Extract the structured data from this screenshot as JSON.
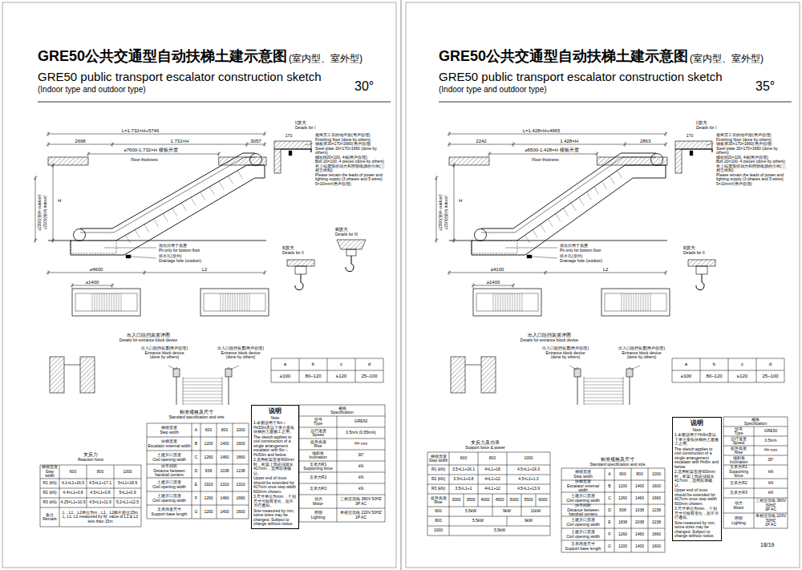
{
  "diagram": {
    "title": "GRE50公共交通型自动扶梯土建示意图",
    "nodes": [
      {
        "text": [
          "说明",
          "Note",
          "1.本图适用于6m＜H≤50m及以下单台安装扶梯的土建施工之用。",
          "The sketch applies to civil construction of a single arrangement escalator with 6m＜H≤50m and below.",
          "2.选用桁架宽度600mm时，桁架上部必须延长417mm，选用前请确认。",
          "Upper end of truss should be extended for 417mm once step width 600mm chosen.",
          "3.尺寸单位为mm，个别尺寸可能有变化，恕不另行通知。",
          "Size measured by mm, some sizes may be changed. Subject to change without notice."
        ]
      },
      {
        "text": [
          "说明",
          "Note",
          "1.本图适用于H≤6m及以下单台安装扶梯的土建施工之用。",
          "The sketch applies to civil construction of a single arrangement escalator with H≤6m and below.",
          "2.选用桁架宽度600mm时，桁架上部必须延长417mm，选用前请确认。",
          "Upper end of truss should be extended for 417mm once step width 600mm chosen.",
          "3.尺寸单位为mm，个别尺寸可能有变化，恕不另行通知。",
          "Size measured by mm, some sizes may be changed. Subject to change without notice."
        ]
      }
    ],
    "labels": [
      "(室内型、室外型)",
      "GRE50 public transport escalator construction sketch",
      "(Indoor type and outdoor type)",
      "30°",
      "L=1.732×H+5746",
      "2698",
      "1.732×H",
      "3057",
      "≥7600-1.732×H 楼板开度",
      "Floor thickness",
      "H",
      "≥2300(室外 outdoor)",
      "≥2100(室内 indoor)",
      "≥4600",
      "L2",
      "底坑仅用于底层",
      "Pit only for bottom floor",
      "排水孔(室外)",
      "Drainage hole (outdoor)",
      "≥1400",
      "Ⅰ放大",
      "Details for I",
      "最终完工后的地坪面(用户自理)",
      "Finishing floor (done by others)",
      "钢板厚30×170×1660(用户自理)",
      "Steel plate 30×170×1660 (done by others)",
      "螺栓M20×100, 4根(用户自理)",
      "Bolt 20×100, 4 pieces (done by others)",
      "在上端需预留动力和照明电源的引线(三相五线制)",
      "Please remain the leads of power and lighting supply (3 phases and 5 wires)",
      "5×10mm²(用户自理)",
      "170",
      "Ⅱ放大",
      "Details for II",
      "Ⅲ放大",
      "Details for III",
      "出入口阻挡装置详图",
      "Details for entrance block device",
      "出入口阻挡装置(用户自理)",
      "Entrance block device (done by others)",
      "出入口阻挡装置(用户自理)",
      "Entrance block device (done by others)",
      "a",
      "b",
      "c",
      "d",
      "≥100",
      "80~120",
      "≤120",
      "25~100",
      "标准规格及尺寸",
      "Standard specification and size",
      "梯级宽度",
      "Step width",
      "A",
      "600",
      "800",
      "1000",
      "扶梯宽度",
      "Escalator external width",
      "B",
      "1200",
      "1400",
      "1600",
      "土建开口宽度",
      "Civil opening width",
      "C",
      "1260",
      "1460",
      "1660",
      "扶手间距",
      "Distance between handrail centers",
      "D",
      "838",
      "1038",
      "1238",
      "土建开口宽度",
      "Civil opening width",
      "E",
      "1910",
      "2310",
      "2310",
      "土建开口宽度",
      "Civil opening width",
      "F",
      "1260",
      "1460",
      "1660",
      "支承跨度尺寸",
      "Support base length",
      "G",
      "1200",
      "1400",
      "1600",
      "支反力",
      "Reaction force",
      "梯级宽度",
      "Step width",
      "600",
      "800",
      "1000",
      "R1 (kN)",
      "4.1×L1+16.5",
      "4.5×L1+17.1",
      "5×L1+18.9",
      "R2 (kN)",
      "4.4×L1+0.8",
      "4.5×L1+0.8",
      "5×L1+0.9",
      "R3 (kN)",
      "4.25×L1+10.5",
      "4.5×L1+11.9",
      "5.2×L1+12.5",
      "备注",
      "Remark",
      "L，L1，L2单位为m，L1，L2都不超过15m",
      "L, L1, L2 measured by M, value of L1 & L2 less than 15m",
      "规格",
      "Specification",
      "型号",
      "Type",
      "GRE50",
      "运行速度",
      "Speed",
      "0.5m/s (0.65m/s)",
      "提升高度",
      "Rise",
      "H= mm",
      "倾斜角",
      "Inclination",
      "30°",
      "支承力R1",
      "Supporting force",
      "kN",
      "支承力R2",
      "kN",
      "支承力R3",
      "kN",
      "动力",
      "Motor",
      "三相交流电 380V 50HZ",
      "3P AC",
      "照明",
      "Lighting",
      "单相交流电 220V 50HZ",
      "1P AC",
      "GRE50公共交通型自动扶梯土建示意图",
      "(室内型、室外型)",
      "GRE50 public transport escalator construction sketch",
      "(Indoor type and outdoor type)",
      "35°",
      "L=1.428×H+4965",
      "2242",
      "1.428×H",
      "2863",
      "≥6500-1.428×H 楼板开度",
      "Floor thickness",
      "H",
      "≥2300(室外 outdoor)",
      "≥2100(室内 indoor)",
      "≥4100",
      "L2",
      "底坑仅用于底层",
      "Pit only for bottom floor",
      "排水孔(室外)",
      "Drainage hole (outdoor)",
      "≥1400",
      "Ⅰ放大",
      "Details for I",
      "最终完工后的地坪面(用户自理)",
      "Finishing floor (done by others)",
      "钢板厚30×170×1660(用户自理)",
      "Steel plate 30×170×1660 (done by others)",
      "螺栓M20×100, 4根(用户自理)",
      "Bolt 20×100, 4 pieces (done by others)",
      "在上端需预留动力和照明电源的引线(三相五线制)",
      "Please remain the leads of power and lighting supply (3 phases and 5 wires)",
      "5×10mm²(用户自理)",
      "170",
      "Ⅱ放大",
      "Details for II",
      "出入口阻挡装置详图",
      "Details for entrance block device",
      "出入口阻挡装置(用户自理)",
      "Entrance block device (done by others)",
      "出入口阻挡装置(用户自理)",
      "Entrance block device (done by others)",
      "a",
      "b",
      "c",
      "d",
      "≥100",
      "80~120",
      "≤120",
      "25~100",
      "支反力及功率",
      "Support force & power",
      "梯级宽度",
      "Step width",
      "600",
      "800",
      "1000",
      "R1 (kN)",
      "3.5×L1+16.1",
      "4×L1+18",
      "4.5×L1+19.3",
      "R2 (kN)",
      "3.5×L1+0.8",
      "4×L1+12",
      "4.5×L1+1.3",
      "R3 (kN)",
      "3.5×L1+1",
      "4×L1+12",
      "4.5×L1+13.9",
      "提升高度",
      "Rise",
      "3000",
      "3500",
      "4000",
      "4500",
      "5000",
      "5500",
      "6000",
      "600",
      "5.5kW",
      "9kW",
      "11kW",
      "800",
      "5.5kW",
      "9kW",
      "1000",
      "5.5kW",
      "标准规格及尺寸",
      "Standard specification and size",
      "梯级宽度",
      "Step width",
      "A",
      "600",
      "800",
      "1000",
      "扶梯宽度",
      "Escalator external width",
      "B",
      "1200",
      "1400",
      "1600",
      "土建开口宽度",
      "Civil opening width",
      "C",
      "1260",
      "1460",
      "1660",
      "扶手间距",
      "Distance between handrail centers",
      "D",
      "838",
      "1038",
      "1238",
      "土建开口宽度",
      "Civil opening width",
      "E",
      "1838",
      "2038",
      "2238",
      "土建开口宽度",
      "Civil opening width",
      "F",
      "1260",
      "1460",
      "1660",
      "支承跨度尺寸",
      "Support base length",
      "G",
      "1200",
      "1400",
      "1600",
      "规格",
      "Specification",
      "型号",
      "Type",
      "GRE50",
      "运行速度",
      "Speed",
      "0.5m/s",
      "提升高度",
      "Rise",
      "H= mm",
      "倾斜角",
      "Inclination",
      "35°",
      "支承力R1",
      "Supporting force",
      "kN",
      "支承力R2",
      "kN",
      "支承力R3",
      "kN",
      "动力",
      "Motor",
      "三相交流电 380V 50HZ",
      "3P AC",
      "照明",
      "Lighting",
      "单相交流电 220V 50HZ",
      "1P AC",
      "18/19"
    ]
  }
}
